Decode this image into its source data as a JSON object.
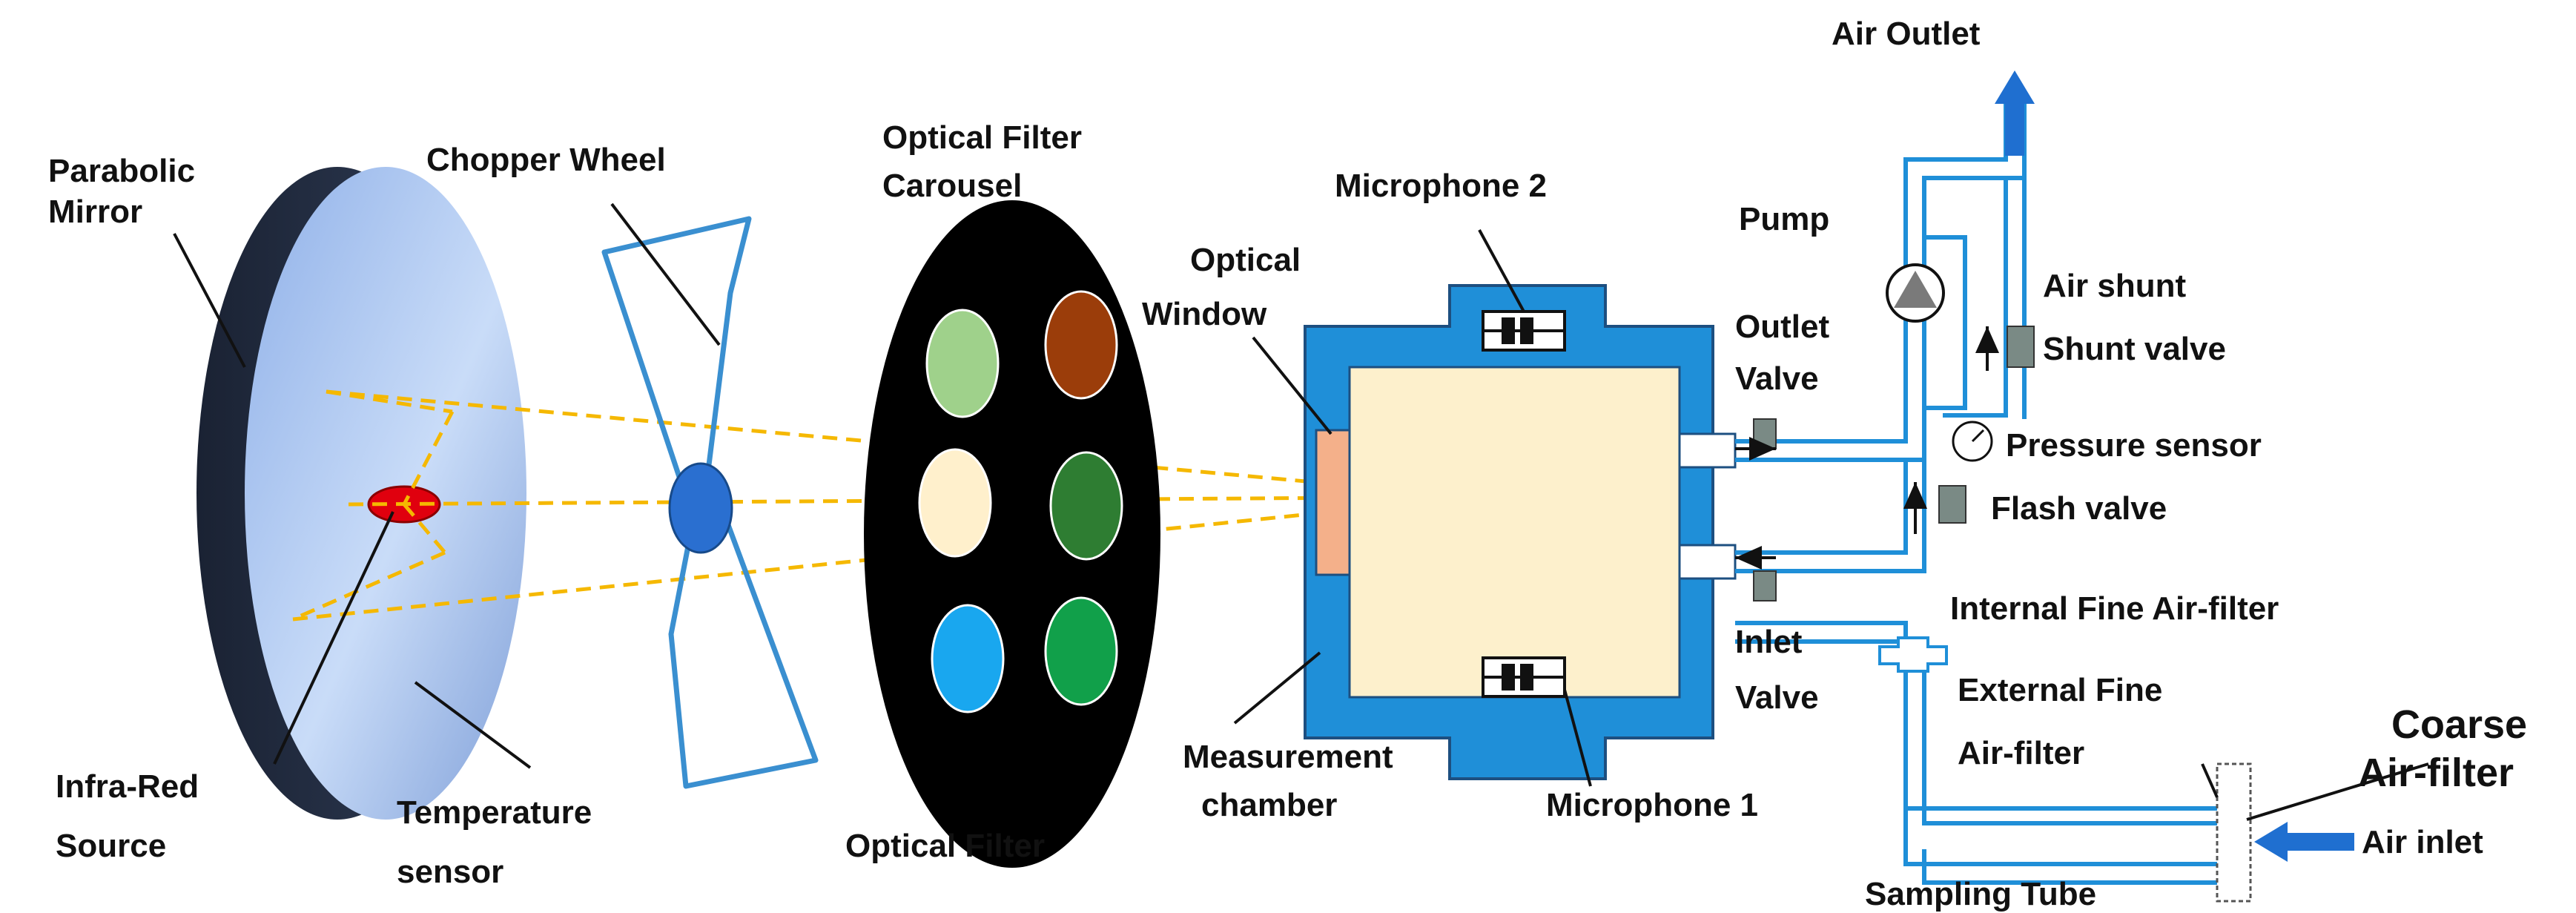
{
  "labels": {
    "parabolic_mirror_1": "Parabolic",
    "parabolic_mirror_2": "Mirror",
    "chopper_wheel": "Chopper Wheel",
    "optical_filter_carousel_1": "Optical Filter",
    "optical_filter_carousel_2": "Carousel",
    "optical_window_1": "Optical",
    "optical_window_2": "Window",
    "microphone_2": "Microphone 2",
    "microphone_1": "Microphone 1",
    "pump": "Pump",
    "air_outlet": "Air Outlet",
    "outlet_valve_1": "Outlet",
    "outlet_valve_2": "Valve",
    "air_shunt": "Air shunt",
    "shunt_valve": "Shunt valve",
    "pressure_sensor": "Pressure sensor",
    "flash_valve": "Flash valve",
    "internal_filter": "Internal Fine Air-filter",
    "inlet_valve_1": "Inlet",
    "inlet_valve_2": "Valve",
    "external_filter_1": "External Fine",
    "external_filter_2": "Air-filter",
    "coarse_filter_1": "Coarse",
    "coarse_filter_2": "Air-filter",
    "air_inlet": "Air inlet",
    "sampling_tube": "Sampling Tube",
    "measurement_chamber_1": "Measurement",
    "measurement_chamber_2": "chamber",
    "infra_red_source_1": "Infra-Red",
    "infra_red_source_2": "Source",
    "temperature_sensor_1": "Temperature",
    "temperature_sensor_2": "sensor",
    "optical_filter": "Optical Filter"
  },
  "colors": {
    "frame_blue": "#1f8fd8",
    "dark_outline": "#1d4f80",
    "beam": "#f5b800",
    "chamber_fill": "#fdf0cc",
    "source_red": "#e0000e",
    "window_fill": "#f4b08a",
    "valve_grey": "#7a8a85",
    "filter_colors": [
      "#9fd18b",
      "#9b3d0a",
      "#fff0cc",
      "#2e7d32",
      "#19a7ef",
      "#11a04a"
    ]
  },
  "icons": [
    "parabolic-mirror-icon",
    "chopper-wheel-icon",
    "filter-carousel-icon",
    "microphone-icon",
    "pump-icon",
    "pressure-gauge-icon",
    "valve-icon",
    "arrow-icon"
  ]
}
